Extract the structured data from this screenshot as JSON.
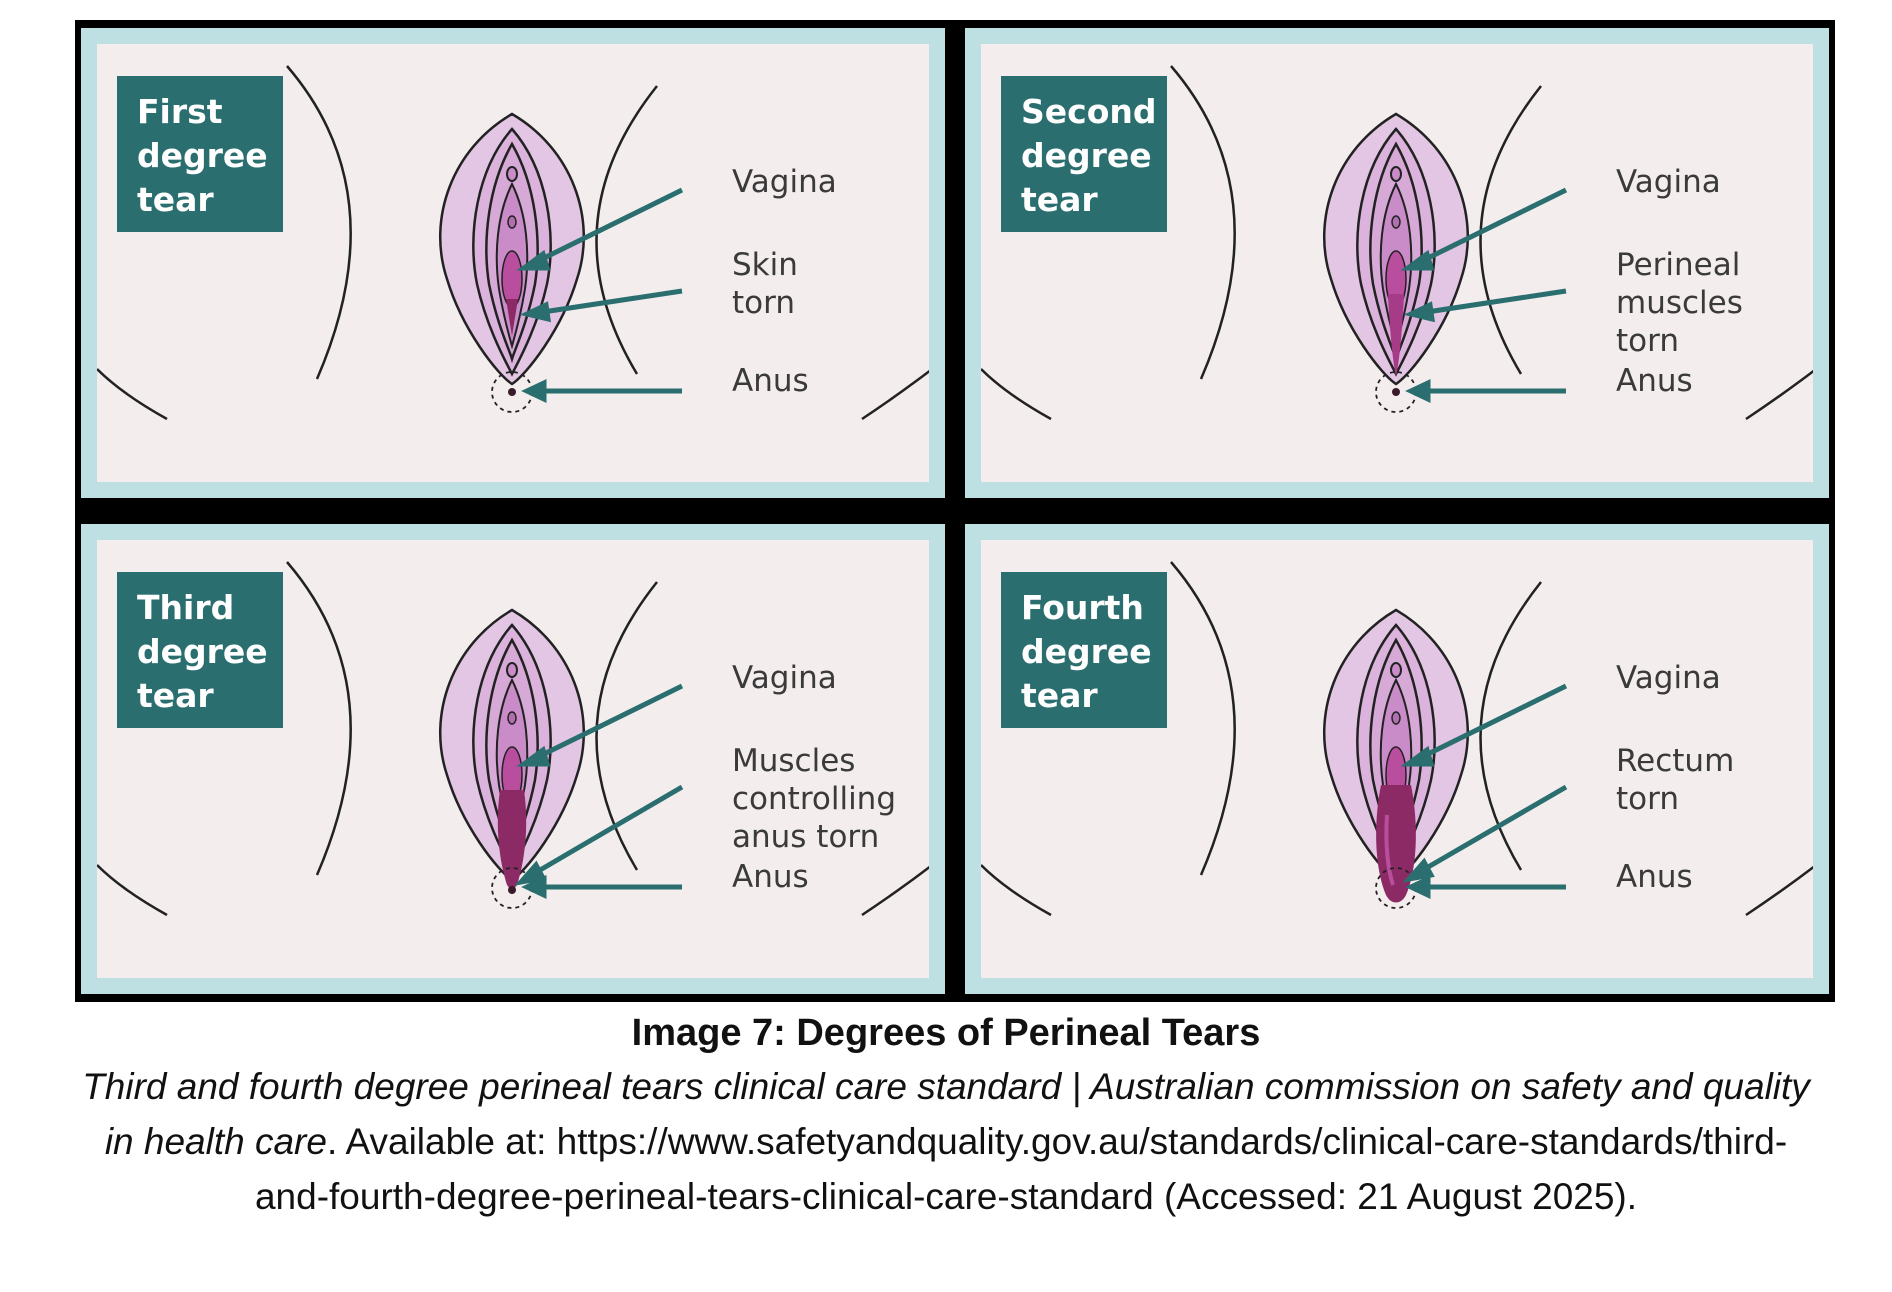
{
  "panels": [
    {
      "tag": [
        "First",
        "degree",
        "tear"
      ],
      "labels": [
        [
          "Vagina"
        ],
        [
          "Skin",
          "torn"
        ],
        [
          "Anus"
        ]
      ]
    },
    {
      "tag": [
        "Second",
        "degree",
        "tear"
      ],
      "labels": [
        [
          "Vagina"
        ],
        [
          "Perineal",
          "muscles",
          "torn"
        ],
        [
          "Anus"
        ]
      ]
    },
    {
      "tag": [
        "Third",
        "degree",
        "tear"
      ],
      "labels": [
        [
          "Vagina"
        ],
        [
          "Muscles",
          "controlling",
          "anus torn"
        ],
        [
          "Anus"
        ]
      ]
    },
    {
      "tag": [
        "Fourth",
        "degree",
        "tear"
      ],
      "labels": [
        [
          "Vagina"
        ],
        [
          "Rectum",
          "torn"
        ],
        [
          "Anus"
        ]
      ]
    }
  ],
  "caption": {
    "title": "Image 7: Degrees of Perineal Tears",
    "source_italic": "Third and fourth degree perineal tears clinical care standard | Australian commission on safety and quality in health care",
    "source_rest": ". Available at: https://www.safetyandquality.gov.au/standards/clinical-care-standards/third-and-fourth-degree-perineal-tears-clinical-care-standard (Accessed: 21 August 2025)."
  },
  "colors": {
    "panel_bg": "#f3eeed",
    "panel_border": "#bfe0e3",
    "tag_bg": "#2a6e6f",
    "arrow": "#2a6e6f",
    "outer_labia": "#e3c6e4",
    "inner_labia": "#d6a9d6",
    "vestibule": "#c98cc9",
    "tear_light": "#b94e9e",
    "tear_dark": "#8c2a66"
  }
}
